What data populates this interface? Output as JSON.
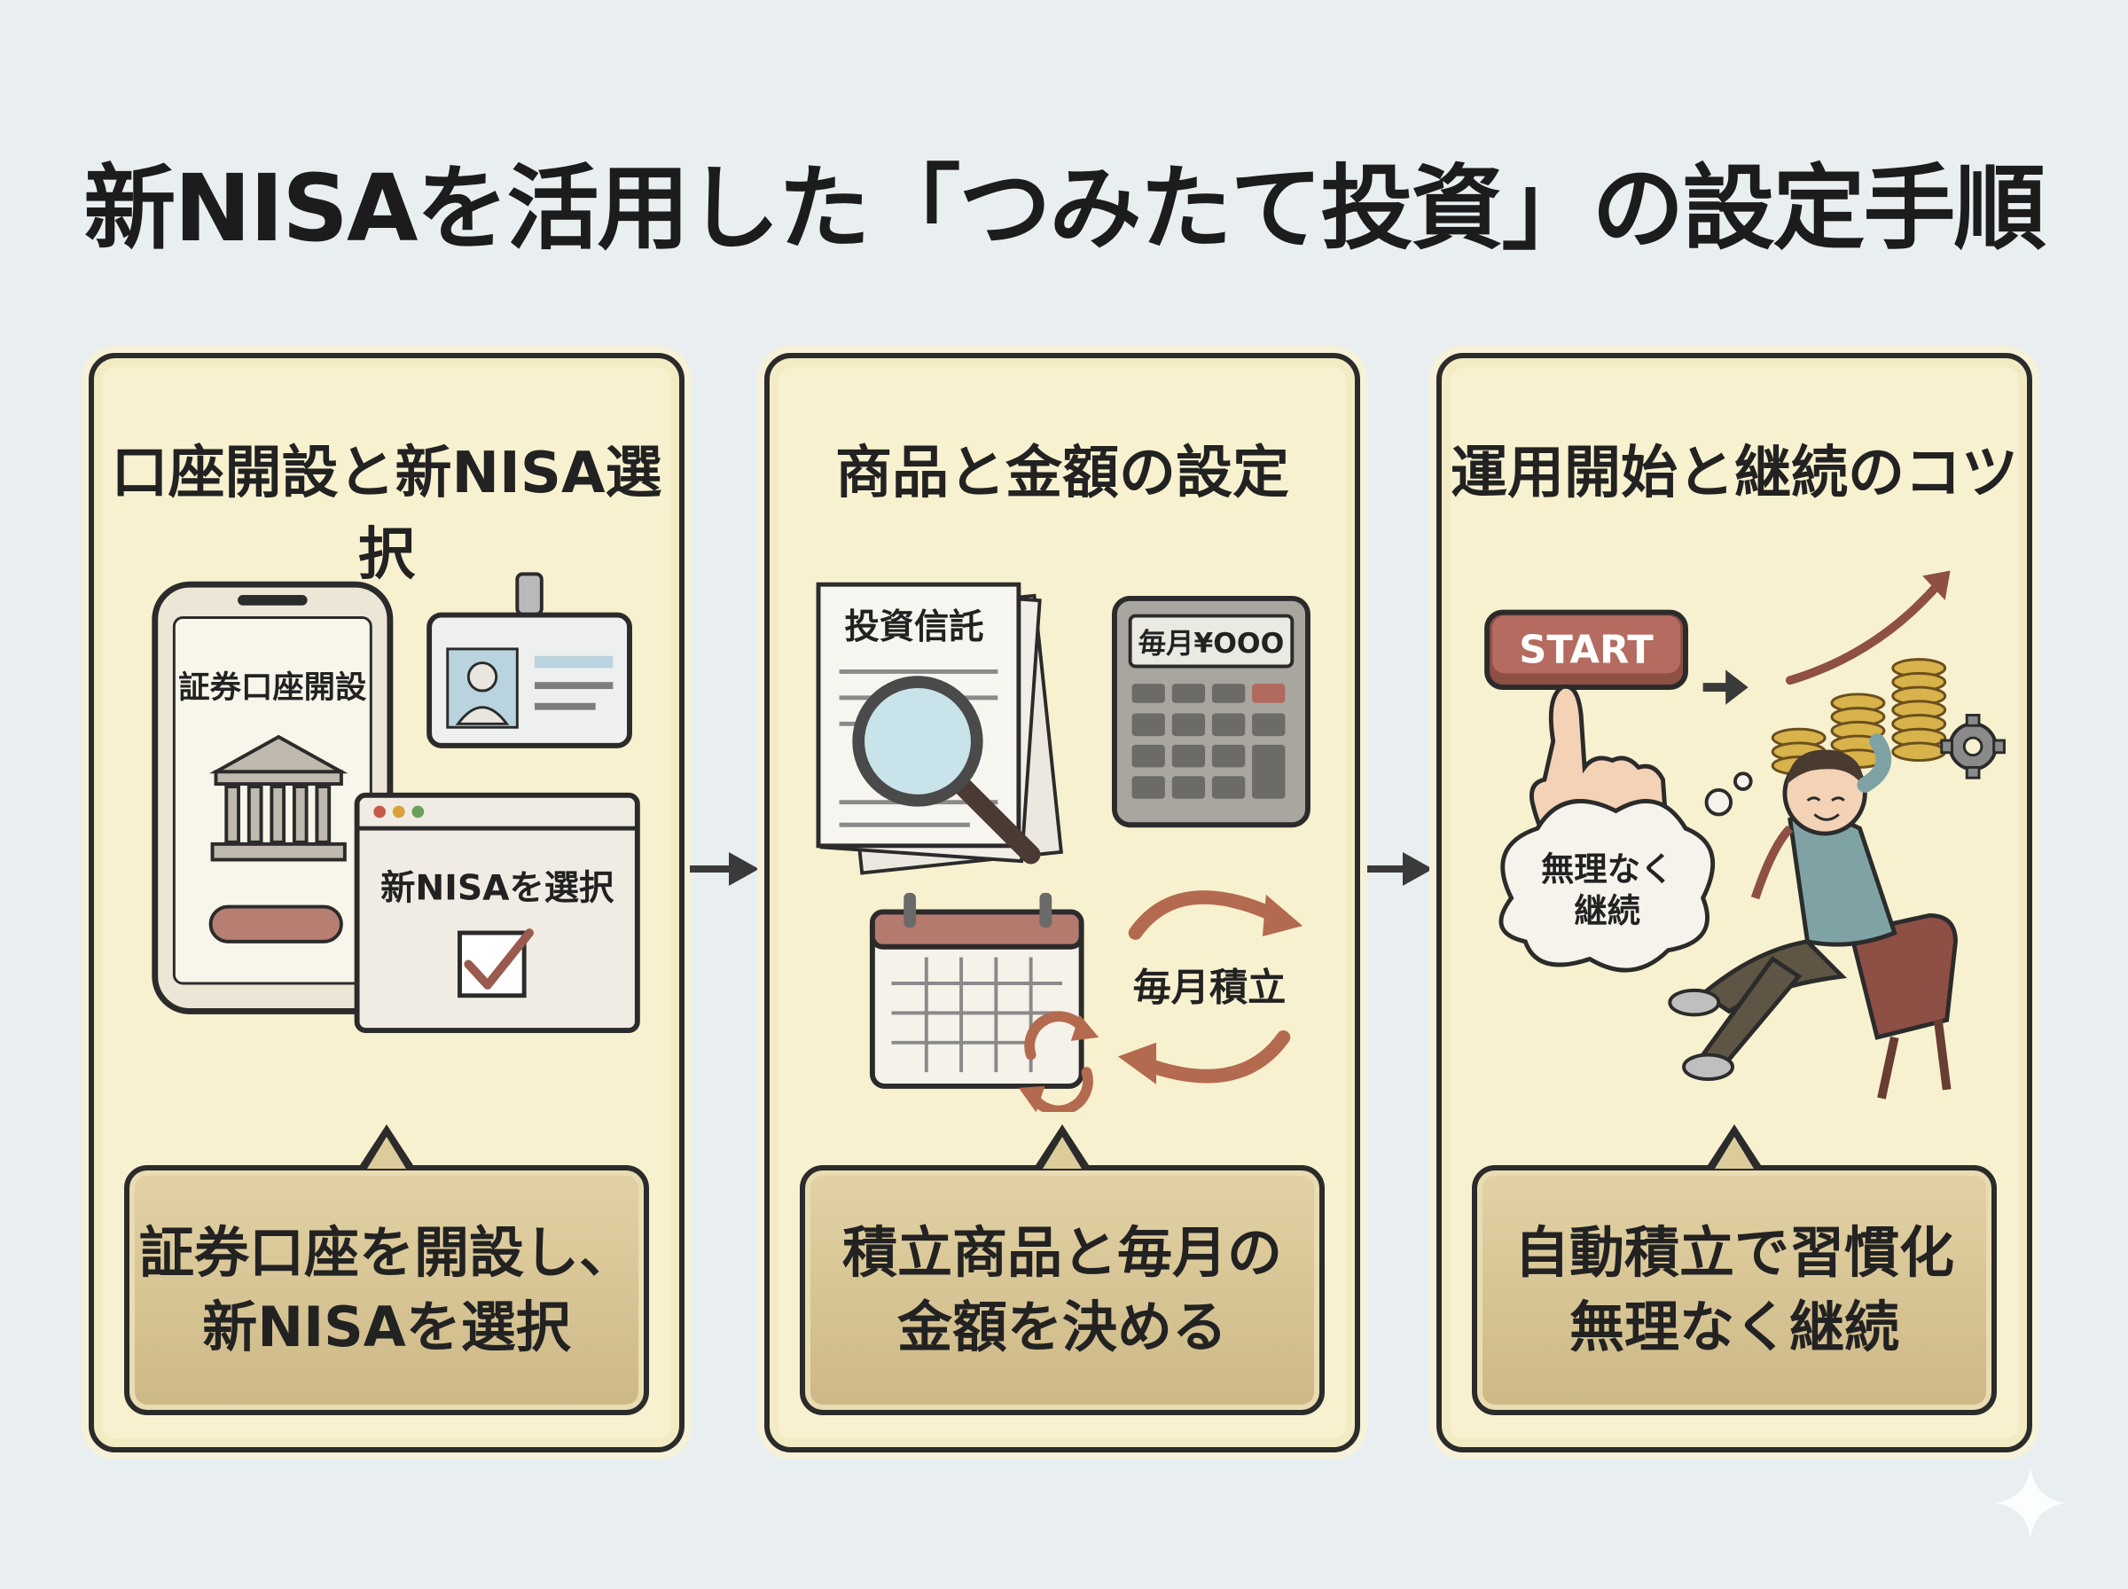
{
  "title": "新NISAを活用した「つみたて投資」の設定手順",
  "steps": [
    {
      "heading": "口座開設と新NISA選択",
      "phone_label": "証券口座開設",
      "window_label": "新NISAを選択",
      "caption_lines": [
        "証券口座を開設し、",
        "新NISAを選択"
      ]
    },
    {
      "heading": "商品と金額の設定",
      "doc_label": "投資信託",
      "calc_display": "毎月¥OOO",
      "cycle_label": "毎月積立",
      "caption_lines": [
        "積立商品と毎月の",
        "金額を決める"
      ]
    },
    {
      "heading": "運用開始と継続のコツ",
      "start_label": "START",
      "thought_lines": [
        "無理なく",
        "継続"
      ],
      "caption_lines": [
        "自動積立で習慣化",
        "無理なく継続"
      ]
    }
  ],
  "colors": {
    "panel_bg": "#f7f1cf",
    "caption_bg": "#d9c694",
    "accent_brown": "#a0675a",
    "border": "#2b2b2b"
  }
}
